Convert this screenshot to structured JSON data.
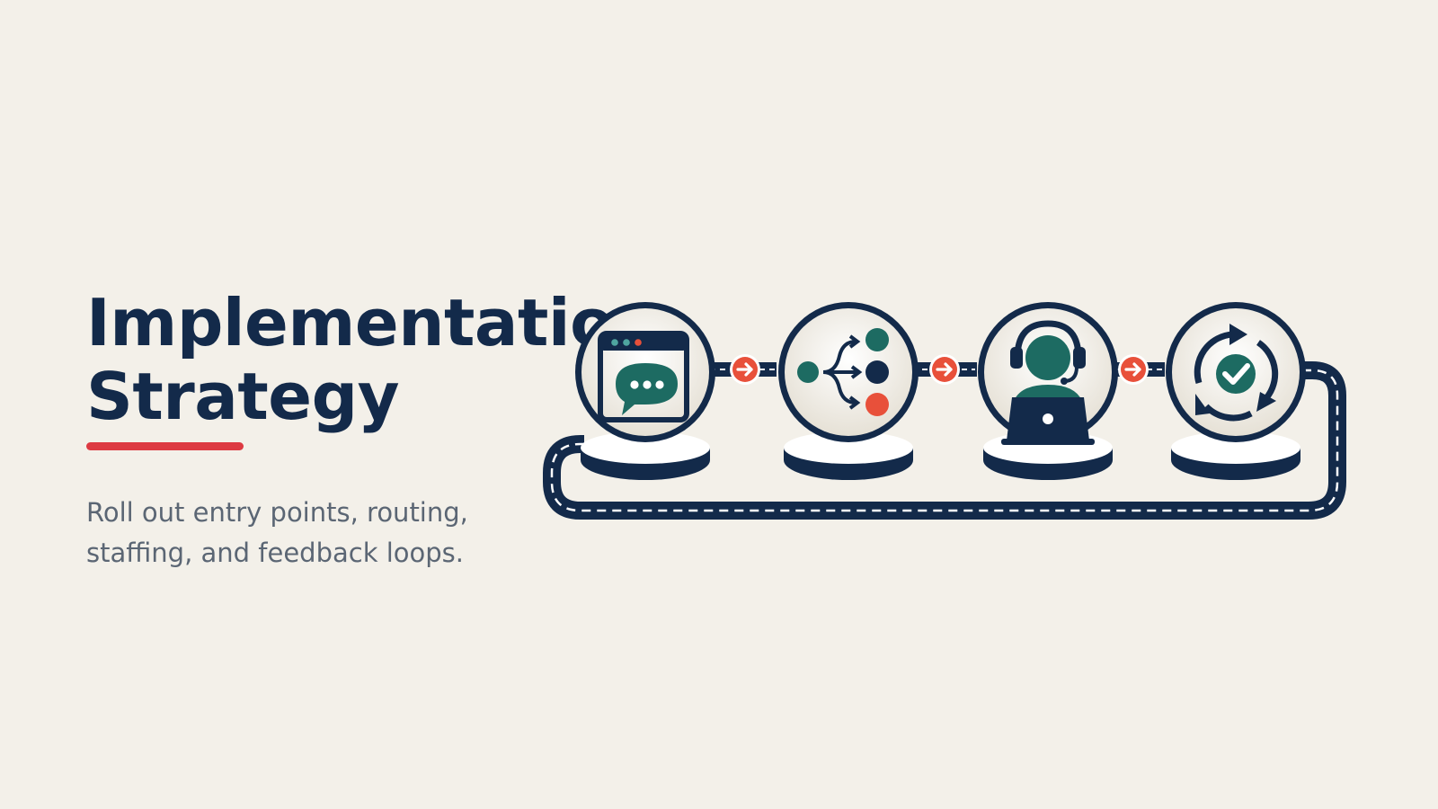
{
  "slide": {
    "title_line1": "Implementation",
    "title_line2": "Strategy",
    "subtitle": "Roll out entry points, routing, staffing, and feedback loops."
  },
  "colors": {
    "background": "#f3f0e9",
    "navy": "#132a4a",
    "teal": "#1d6b62",
    "accent_red": "#dd3a42",
    "arrow_orange": "#e8503a",
    "text_gray": "#5b6674"
  },
  "flow": {
    "stages": [
      {
        "icon": "chat-window-icon"
      },
      {
        "icon": "routing-branch-icon"
      },
      {
        "icon": "support-agent-icon"
      },
      {
        "icon": "feedback-cycle-check-icon"
      }
    ],
    "connector_icon": "arrow-right-icon",
    "loop": "dashed-return-track"
  }
}
